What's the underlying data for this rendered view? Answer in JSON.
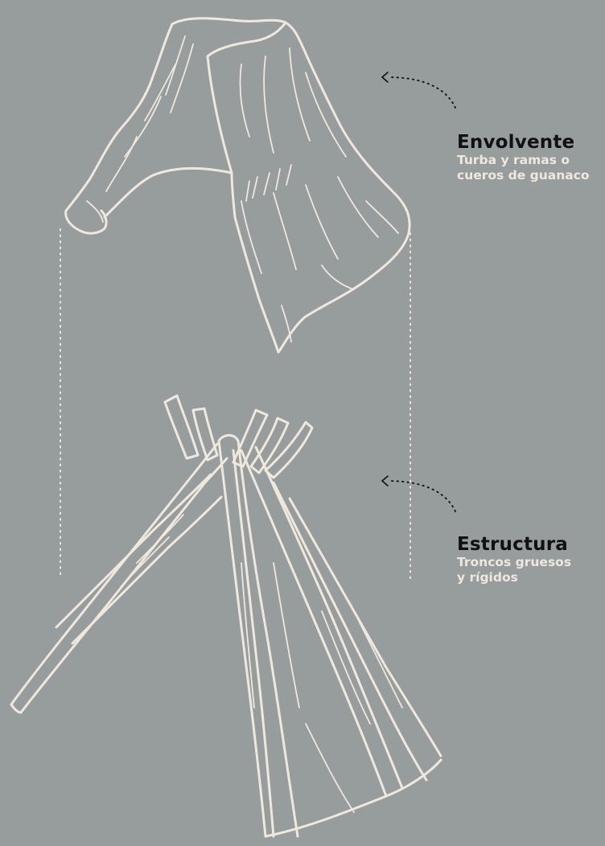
{
  "colors": {
    "background": "#979c9d",
    "sketch": "#efe8dc",
    "title_text": "#111111",
    "description_text": "#efe8dc"
  },
  "labels": {
    "envolvente": {
      "title": "Envolvente",
      "description_line1": "Turba y ramas o",
      "description_line2": "cueros de guanaco"
    },
    "estructura": {
      "title": "Estructura",
      "description_line1": "Troncos gruesos",
      "description_line2": "y rígidos"
    }
  }
}
